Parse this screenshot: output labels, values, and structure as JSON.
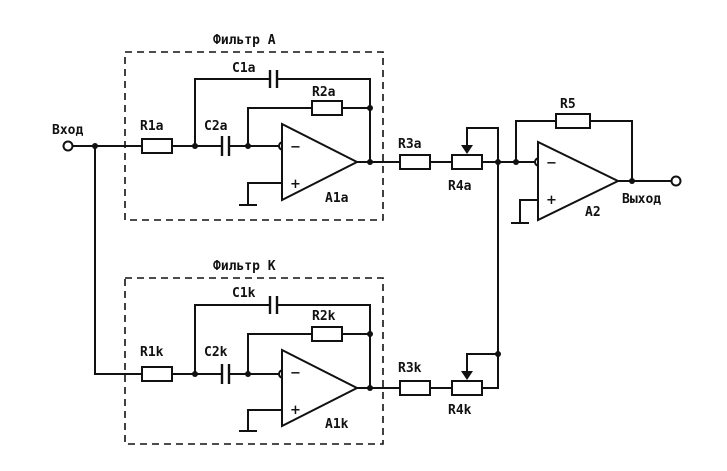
{
  "filters": {
    "a_title": "Фильтр A",
    "k_title": "Фильтр K"
  },
  "io": {
    "input": "Вход",
    "output": "Выход"
  },
  "components": {
    "R1a": "R1a",
    "C2a": "C2a",
    "C1a": "C1a",
    "R2a": "R2a",
    "A1a": "A1a",
    "R3a": "R3a",
    "R4a": "R4a",
    "R1k": "R1k",
    "C2k": "C2k",
    "C1k": "C1k",
    "R2k": "R2k",
    "A1k": "A1k",
    "R3k": "R3k",
    "R4k": "R4k",
    "R5": "R5",
    "A2": "A2"
  },
  "opamp_signs": {
    "minus": "−",
    "plus": "+"
  }
}
